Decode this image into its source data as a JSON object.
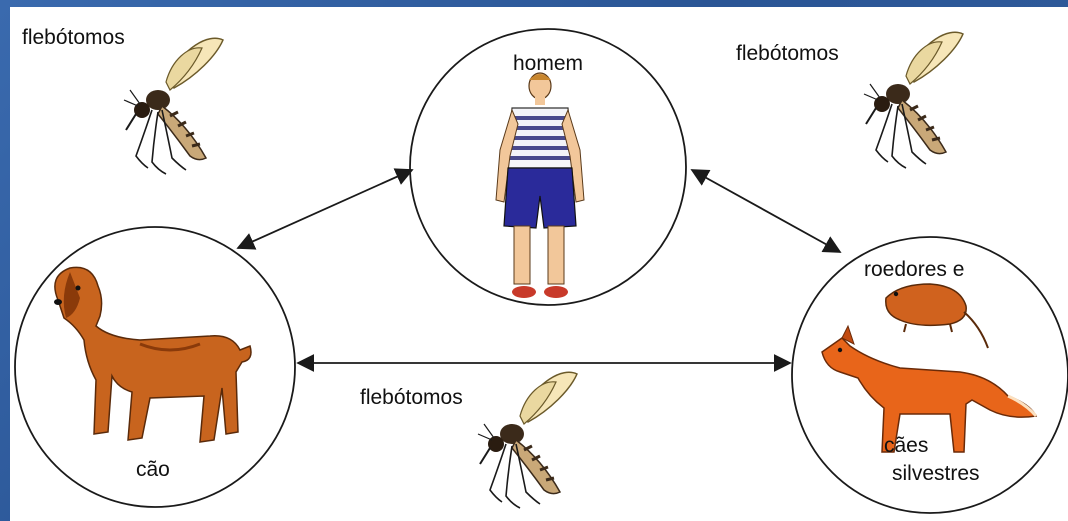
{
  "labels": {
    "vector_top_left": "flebótomos",
    "vector_top_right": "flebótomos",
    "vector_bottom": "flebótomos",
    "human": "homem",
    "dog": "cão",
    "wild_line1": "roedores e",
    "wild_line2": "cães",
    "wild_line3": "silvestres"
  },
  "icons": {
    "vector": "sandfly-icon",
    "human": "man-figure-icon",
    "dog": "dog-icon",
    "rodent": "rodent-icon",
    "fox": "fox-icon"
  },
  "colors": {
    "background": "#2f5a9a",
    "panel": "#ffffff",
    "stroke": "#1a1a1a",
    "animal_fur": "#c8641e",
    "shirt_stripe": "#4a4a8c",
    "shorts": "#2a2a9a",
    "skin": "#f2c79a",
    "fox_fur": "#e8651a"
  }
}
